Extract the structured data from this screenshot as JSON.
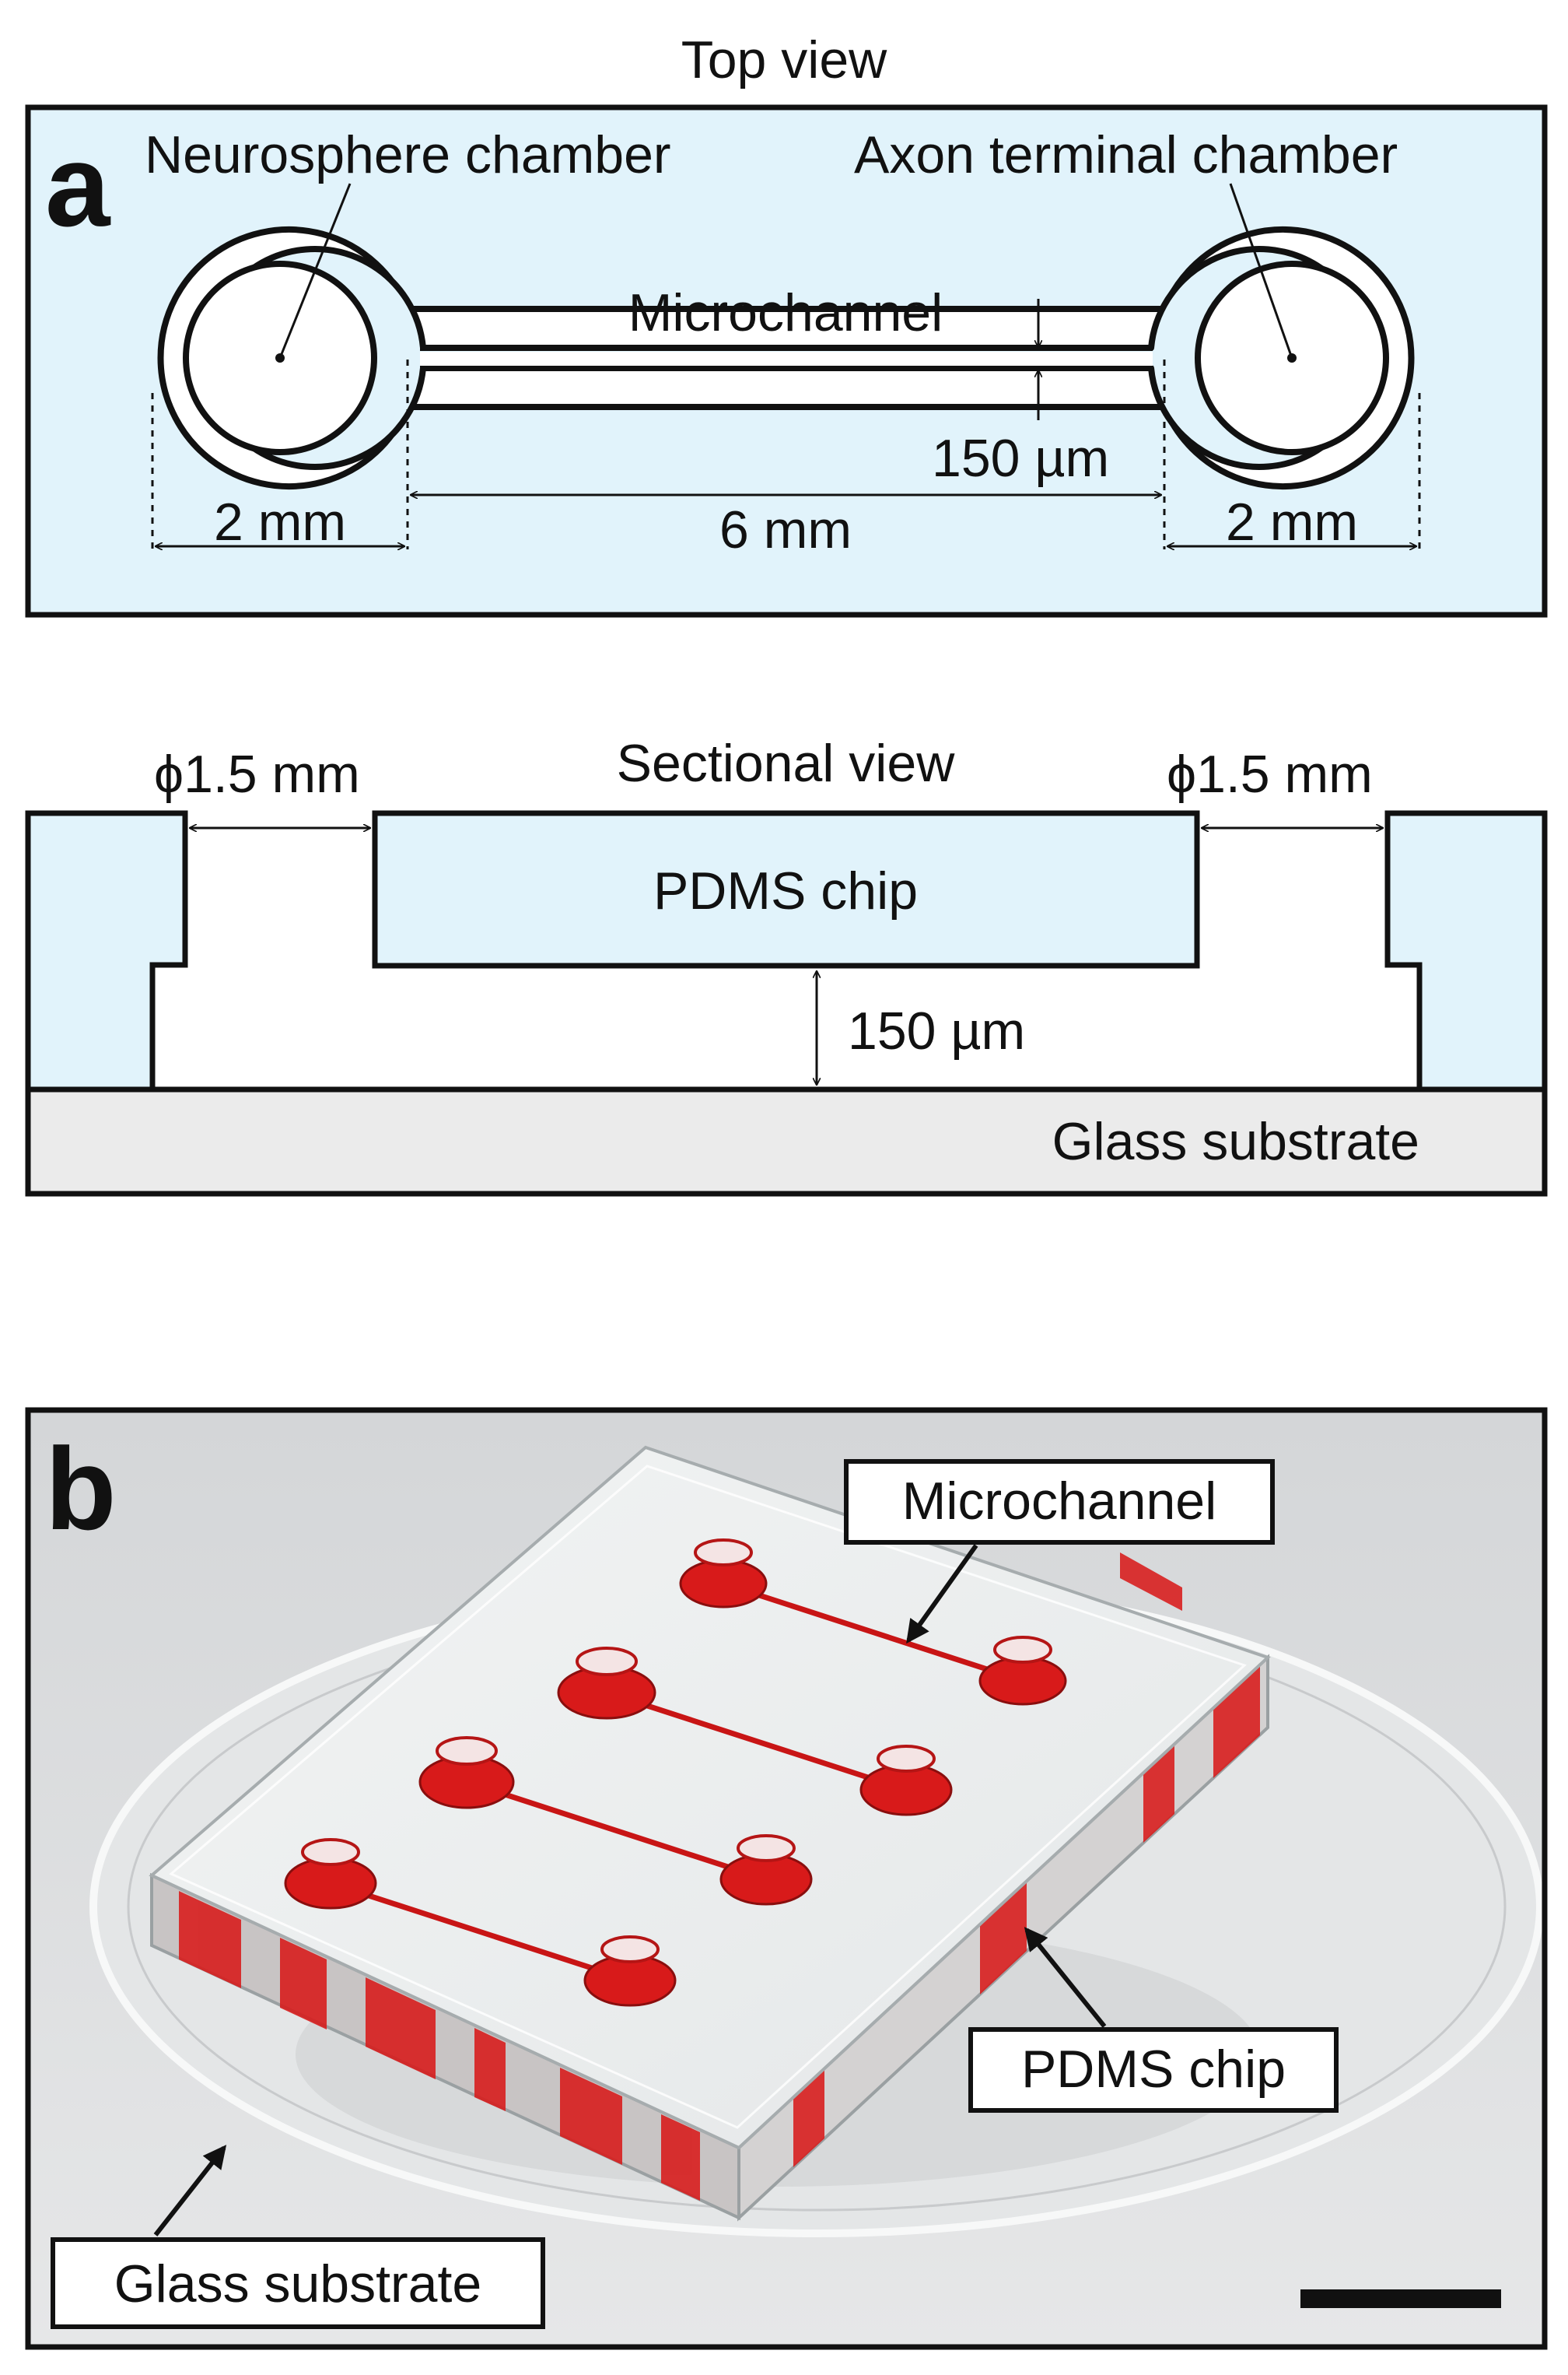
{
  "panel_a": {
    "letter": "a",
    "top_view": {
      "title": "Top view",
      "neurosphere_label": "Neurosphere chamber",
      "axon_label": "Axon terminal chamber",
      "microchannel_label": "Microchannel",
      "channel_width": "150 µm",
      "left_chamber_dim": "2 mm",
      "channel_length": "6 mm",
      "right_chamber_dim": "2 mm"
    },
    "sectional_view": {
      "title": "Sectional view",
      "left_port_dim": "ϕ1.5 mm",
      "right_port_dim": "ϕ1.5 mm",
      "chip_label": "PDMS chip",
      "channel_height": "150 µm",
      "substrate_label": "Glass substrate"
    }
  },
  "panel_b": {
    "letter": "b",
    "callouts": {
      "microchannel": "Microchannel",
      "pdms_chip": "PDMS chip",
      "glass_substrate": "Glass substrate"
    }
  },
  "colors": {
    "pdms_fill": "#e1f3fb",
    "glass_fill": "#ebebeb",
    "outline": "#111111",
    "dye_red": "#d81a1a",
    "photo_background": "#d9dadb"
  }
}
